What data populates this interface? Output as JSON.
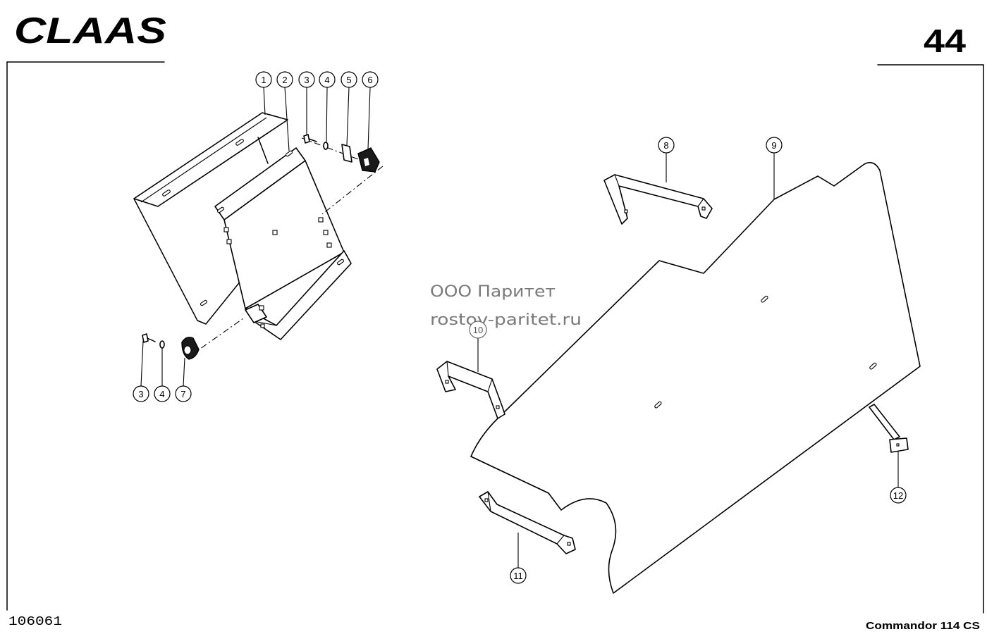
{
  "header": {
    "logo": "CLAAS",
    "page_number": "44"
  },
  "watermark": {
    "line1": "ООО Паритет",
    "line2": "rostov-paritet.ru"
  },
  "callouts": [
    "1",
    "2",
    "3",
    "4",
    "5",
    "6",
    "3",
    "4",
    "7",
    "8",
    "9",
    "10",
    "11",
    "12"
  ],
  "footer": {
    "drawing_number": "106061",
    "model": "Commandor 114 CS"
  }
}
